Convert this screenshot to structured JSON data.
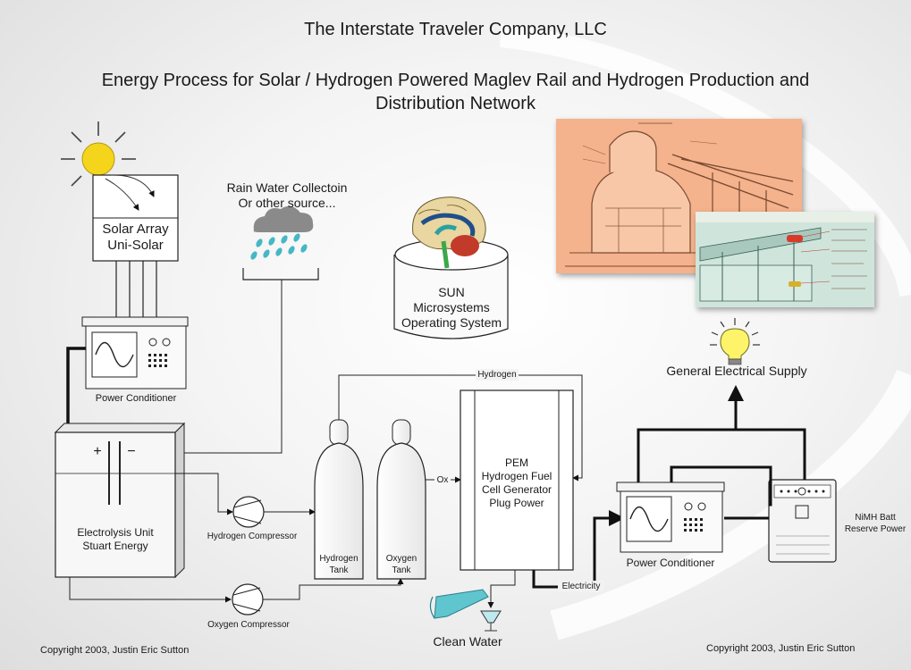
{
  "header": {
    "title": "The Interstate Traveler Company, LLC",
    "subtitle_line1": "Energy Process for Solar / Hydrogen Powered Maglev Rail and Hydrogen Production and",
    "subtitle_line2": "Distribution Network"
  },
  "components": {
    "solar_array": {
      "line1": "Solar Array",
      "line2": "Uni-Solar"
    },
    "rain_water": {
      "line1": "Rain Water Collectoin",
      "line2": "Or other source..."
    },
    "sun_os": {
      "line1": "SUN",
      "line2": "Microsystems",
      "line3": "Operating System"
    },
    "power_conditioner_left": "Power Conditioner",
    "electrolysis": {
      "line1": "Electrolysis Unit",
      "line2": "Stuart Energy"
    },
    "electrode_plus": "+",
    "electrode_minus": "−",
    "hydrogen_compressor": "Hydrogen Compressor",
    "oxygen_compressor": "Oxygen Compressor",
    "hydrogen_tank": {
      "line1": "Hydrogen",
      "line2": "Tank"
    },
    "oxygen_tank": {
      "line1": "Oxygen",
      "line2": "Tank"
    },
    "pem": {
      "line1": "PEM",
      "line2": "Hydrogen Fuel",
      "line3": "Cell Generator",
      "line4": "Plug Power"
    },
    "hydrogen_line": "Hydrogen",
    "ox_label": "Ox",
    "electricity_label": "Electricity",
    "clean_water": "Clean Water",
    "power_conditioner_right": "Power Conditioner",
    "nimh": {
      "line1": "NiMH Batt",
      "line2": "Reserve Power"
    },
    "general_supply": "General Electrical Supply"
  },
  "footer": {
    "copyright_left": "Copyright 2003, Justin Eric Sutton",
    "copyright_right": "Copyright 2003, Justin Eric Sutton"
  },
  "colors": {
    "sun": "#f5d51c",
    "rain": "#46b7c4",
    "cloud": "#8a8a8a",
    "brain": "#c23a2a",
    "sketch_bg": "#f4b28d",
    "rail_bg": "#cfe5dc",
    "bulb": "#fff36a",
    "water": "#5fc6cf"
  }
}
